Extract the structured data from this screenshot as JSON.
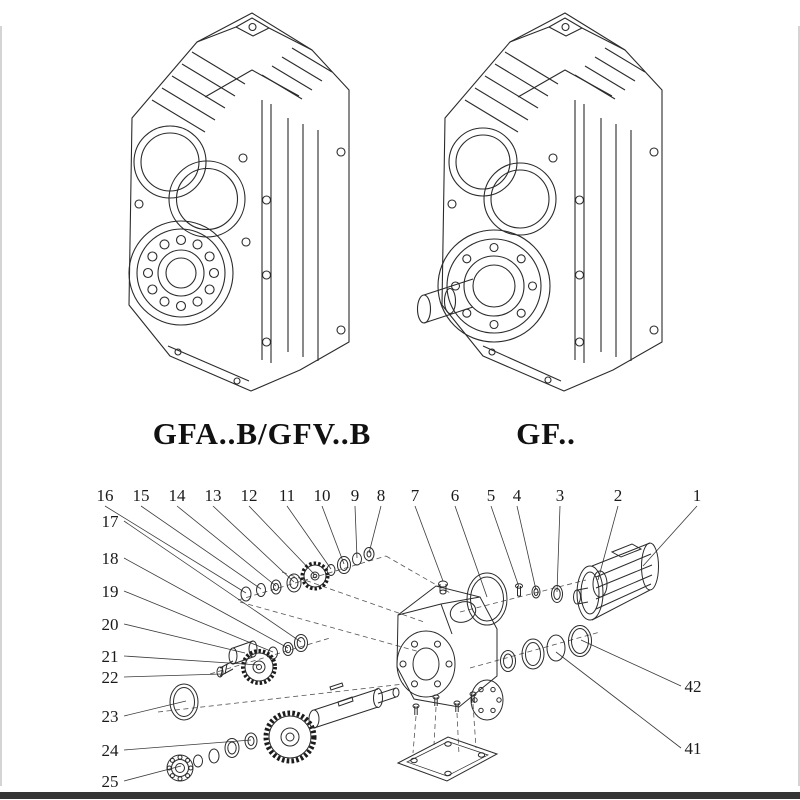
{
  "page": {
    "background_color": "#ffffff",
    "ink_color": "#2b2b2b",
    "bottom_edge_color": "#353535"
  },
  "top_drawings": {
    "left_model": {
      "label": "GFA..B/GFV..B",
      "description": "isometric line drawing of parallel-shaft helical gear unit, hollow-shaft mounted version"
    },
    "right_model": {
      "label": "GF..",
      "description": "isometric line drawing of parallel-shaft helical gear unit with solid output shaft and flange"
    }
  },
  "exploded_view": {
    "description": "exploded parts diagram of gear unit: motor, gasket, housing, gears, bearings, shafts, seals, retaining rings, cover plate",
    "callouts": {
      "c1": "1",
      "c2": "2",
      "c3": "3",
      "c4": "4",
      "c5": "5",
      "c6": "6",
      "c7": "7",
      "c8": "8",
      "c9": "9",
      "c10": "10",
      "c11": "11",
      "c12": "12",
      "c13": "13",
      "c14": "14",
      "c15": "15",
      "c16": "16",
      "c17": "17",
      "c18": "18",
      "c19": "19",
      "c20": "20",
      "c21": "21",
      "c22": "22",
      "c23": "23",
      "c24": "24",
      "c25": "25",
      "c41": "41",
      "c42": "42"
    }
  }
}
